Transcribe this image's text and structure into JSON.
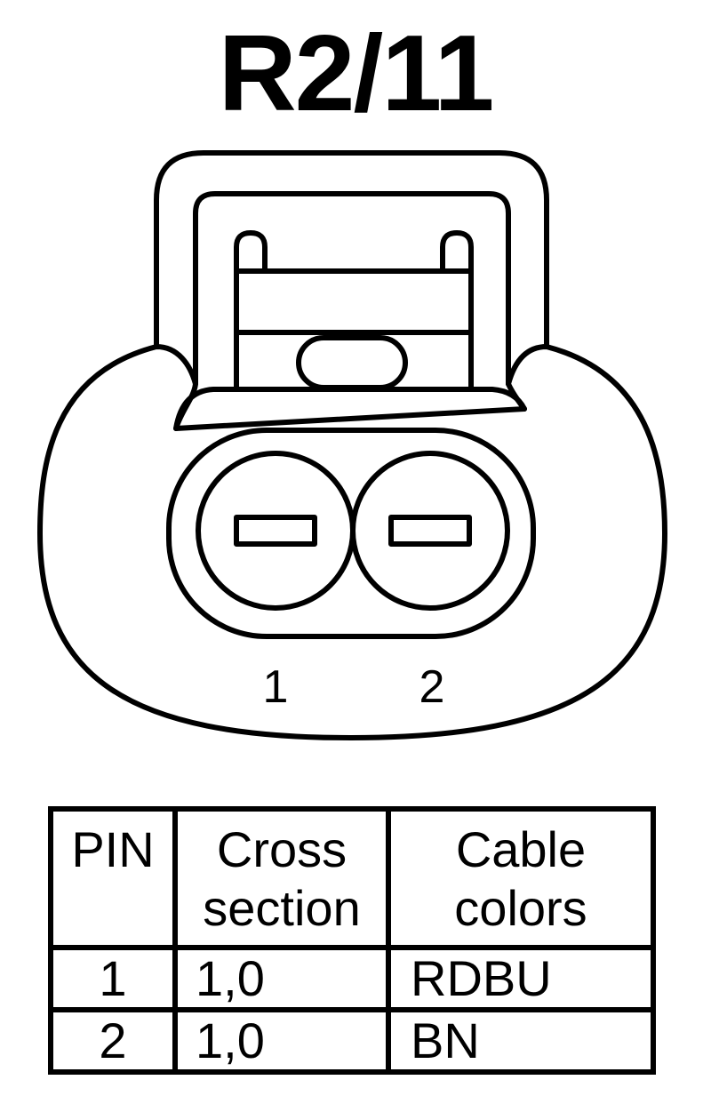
{
  "title": "R2/11",
  "connector": {
    "pin_labels": [
      "1",
      "2"
    ]
  },
  "table": {
    "headers": {
      "pin": "PIN",
      "cross_line1": "Cross",
      "cross_line2": "section",
      "cable_line1": "Cable",
      "cable_line2": "colors"
    },
    "rows": [
      {
        "pin": "1",
        "cross_section": "1,0",
        "cable_color": "RDBU"
      },
      {
        "pin": "2",
        "cross_section": "1,0",
        "cable_color": "BN"
      }
    ]
  }
}
